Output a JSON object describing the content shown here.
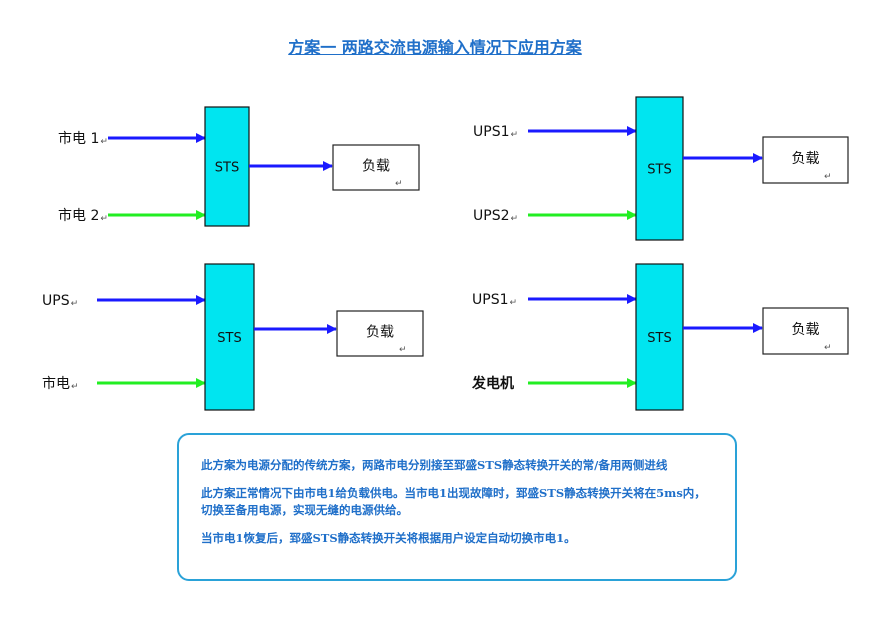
{
  "title": "方案一  两路交流电源输入情况下应用方案",
  "colors": {
    "sts_fill": "#00e5f0",
    "line_primary": "#1a1aff",
    "line_backup": "#22ee22",
    "text_accent": "#1f6fc9",
    "note_border": "#2aa2d8"
  },
  "return_mark": "↵",
  "panels": [
    {
      "input1": "市电 1",
      "input2": "市电 2",
      "switch": "STS",
      "load": "负载"
    },
    {
      "input1": "UPS1",
      "input2": "UPS2",
      "switch": "STS",
      "load": "负载"
    },
    {
      "input1": "UPS",
      "input2": "市电",
      "switch": "STS",
      "load": "负载"
    },
    {
      "input1": "UPS1",
      "input2": "发电机",
      "switch": "STS",
      "load": "负载"
    }
  ],
  "notes": [
    "此方案为电源分配的传统方案，两路市电分别接至郅盛STS静态转换开关的常/备用两侧进线",
    "此方案正常情况下由市电1给负载供电。当市电1出现故障时，郅盛STS静态转换开关将在5ms内，切换至备用电源，实现无缝的电源供给。",
    "当市电1恢复后，郅盛STS静态转换开关将根据用户设定自动切换市电1。"
  ]
}
